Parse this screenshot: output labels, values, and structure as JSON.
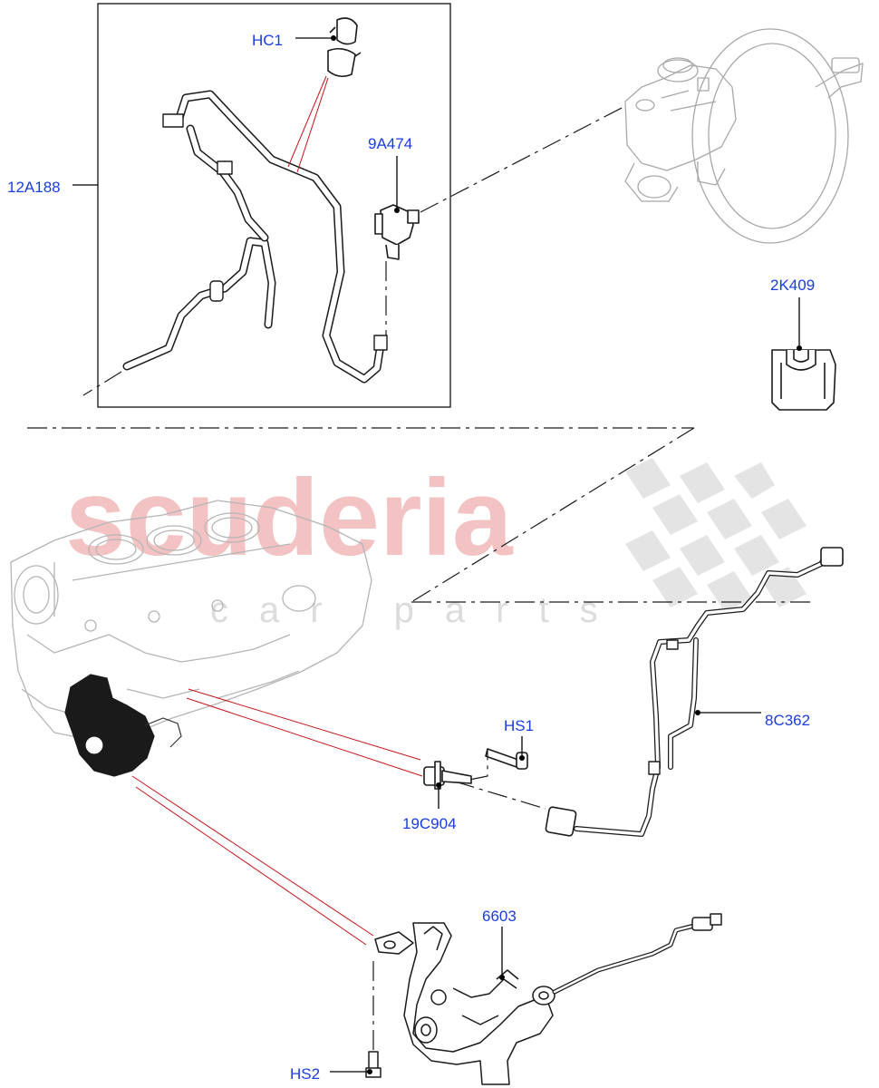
{
  "colors": {
    "label": "#1a3ce0",
    "leader": "#000000",
    "callout_line": "#c4141a",
    "part_stroke": "#1a1a1a",
    "faded_stroke": "#b8b8b8",
    "watermark_red": "#f3c3c3",
    "watermark_grey": "#dedede"
  },
  "watermark": {
    "brand": "scuderia",
    "sub": "car parts"
  },
  "labels": {
    "hc1": "HC1",
    "p9a474": "9A474",
    "p12a188": "12A188",
    "p2k409": "2K409",
    "hs1": "HS1",
    "p8c362": "8C362",
    "p19c904": "19C904",
    "p6603": "6603",
    "hs2": "HS2"
  },
  "icons": {
    "brake-booster": "brake-booster-drawing",
    "vacuum-hose": "vacuum-hose-drawing",
    "clip": "hose-clip-drawing",
    "sensor": "vacuum-sensor-drawing",
    "grommet": "grommet-drawing",
    "engine-block": "engine-block-drawing",
    "oil-pump": "oil-pump-drawing",
    "harness": "wiring-harness-drawing",
    "bolt": "bolt-drawing",
    "pressure-sensor": "oil-pressure-sensor-drawing"
  }
}
